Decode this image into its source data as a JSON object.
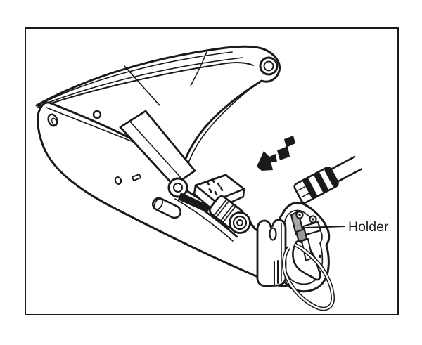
{
  "figure": {
    "type": "technical-illustration",
    "subject": "coaxial compression crimping tool with cable connector being inserted",
    "annotation": {
      "label": "Holder"
    },
    "colors": {
      "line": "#1a1a1a",
      "background": "#ffffff",
      "holder_shade": "#a8a8a8"
    }
  }
}
